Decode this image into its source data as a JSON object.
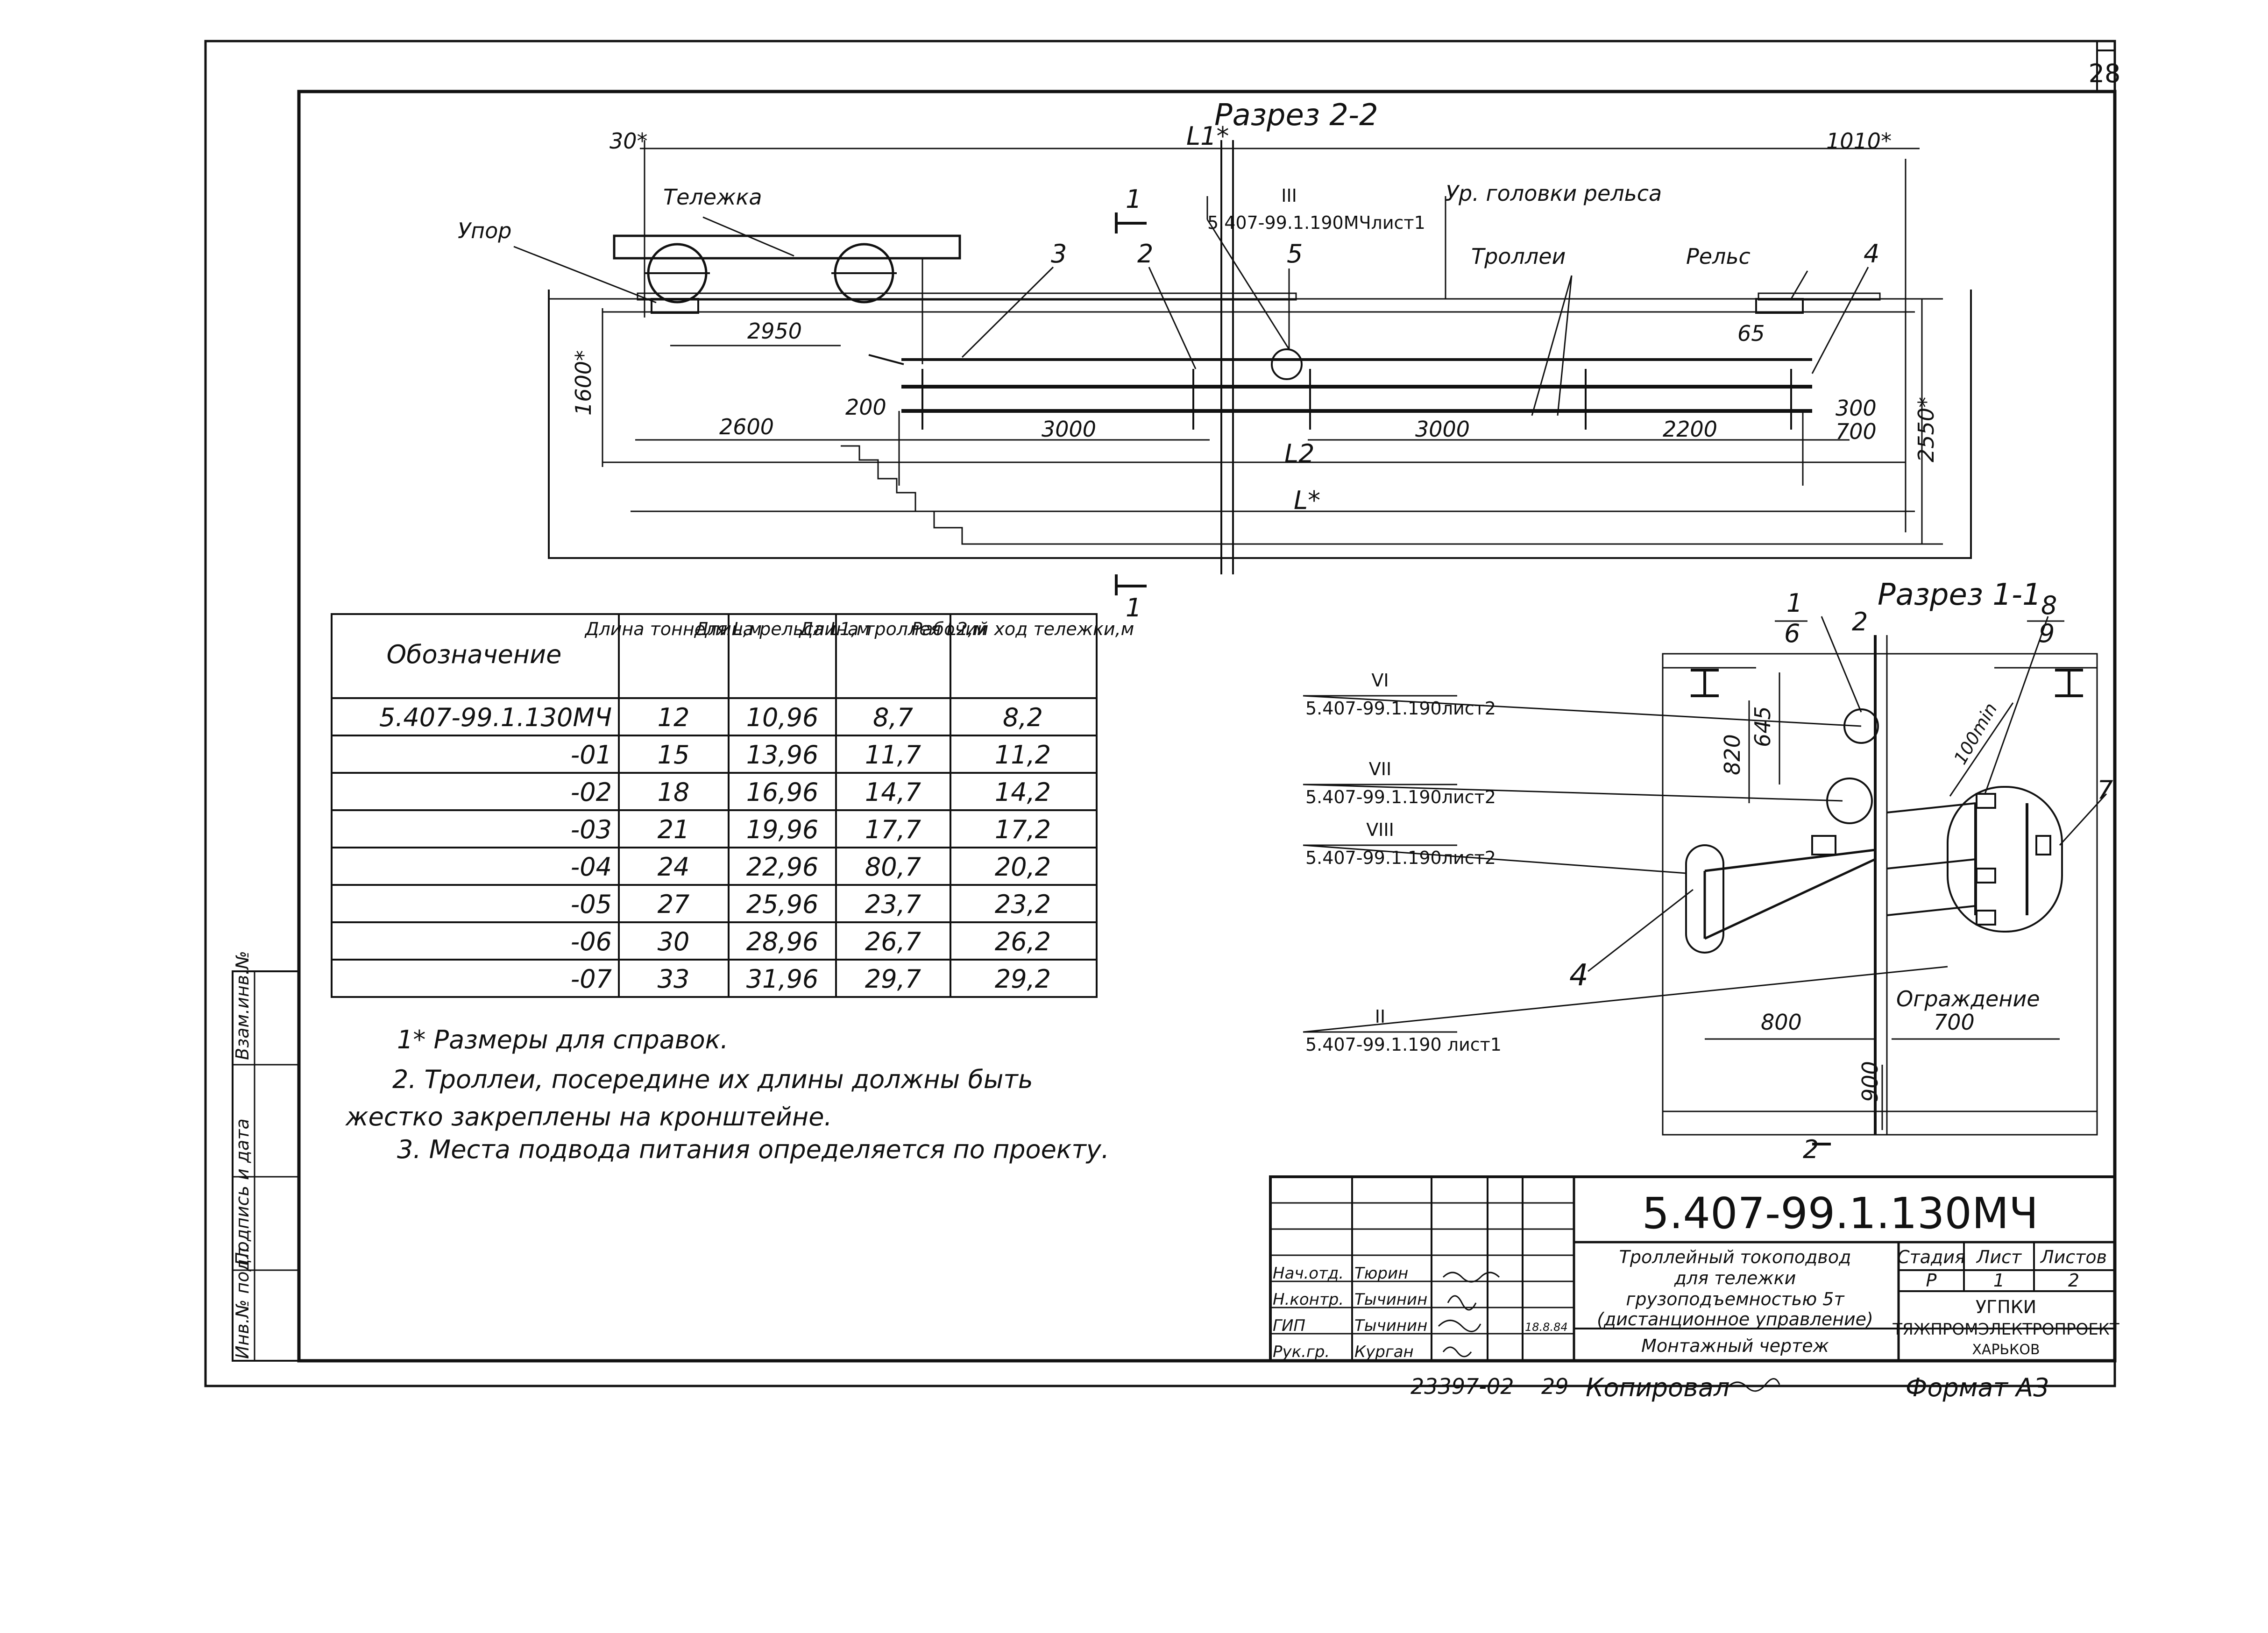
{
  "sheet": {
    "number": "28",
    "format": "Формат А3",
    "copied_by": "Копировал",
    "archive_no": "23397-02",
    "archive_seq": "29"
  },
  "section_2_2": {
    "title": "Разрез 2-2",
    "labels": {
      "trolley": "Тележка",
      "stop": "Упор",
      "rail": "Рельс",
      "trolleys": "Троллеи",
      "rail_head_level": "Ур. головки рельса"
    },
    "node_ref": {
      "num": "III",
      "doc": "5.407-99.1.190МЧлист1"
    },
    "section_mark": {
      "num": "1",
      "num2": "1"
    },
    "positions": [
      "1",
      "2",
      "3",
      "4",
      "5"
    ],
    "dims": {
      "d30": "30*",
      "L1": "L1*",
      "d1010": "1010*",
      "d2950": "2950",
      "d1600": "1600*",
      "d2600": "2600",
      "d200": "200",
      "d3000a": "3000",
      "d3000b": "3000",
      "d2200": "2200",
      "d300": "300",
      "d700": "700",
      "d65": "65",
      "d2550": "2550*",
      "L2": "L2",
      "L": "L*"
    }
  },
  "table": {
    "headers": [
      "Обозначение",
      "Длина тоннеля L,м",
      "Длина рельса L1,м",
      "Длина троллея L2,м",
      "Рабочий ход тележки,м"
    ],
    "rows": [
      [
        "5.407-99.1.130МЧ",
        "12",
        "10,96",
        "8,7",
        "8,2"
      ],
      [
        "-01",
        "15",
        "13,96",
        "11,7",
        "11,2"
      ],
      [
        "-02",
        "18",
        "16,96",
        "14,7",
        "14,2"
      ],
      [
        "-03",
        "21",
        "19,96",
        "17,7",
        "17,2"
      ],
      [
        "-04",
        "24",
        "22,96",
        "80,7",
        "20,2"
      ],
      [
        "-05",
        "27",
        "25,96",
        "23,7",
        "23,2"
      ],
      [
        "-06",
        "30",
        "28,96",
        "26,7",
        "26,2"
      ],
      [
        "-07",
        "33",
        "31,96",
        "29,7",
        "29,2"
      ]
    ]
  },
  "notes": [
    "1* Размеры для справок.",
    "2. Троллеи, посередине их длины должны быть",
    "жестко закреплены на кронштейне.",
    "3. Места подвода питания определяется по проекту."
  ],
  "section_1_1": {
    "title": "Разрез 1-1",
    "refs": [
      {
        "num": "VI",
        "doc": "5.407-99.1.190лист2"
      },
      {
        "num": "VII",
        "doc": "5.407-99.1.190лист2"
      },
      {
        "num": "VIII",
        "doc": "5.407-99.1.190лист2"
      },
      {
        "num": "II",
        "doc": "5.407-99.1.190 лист1"
      }
    ],
    "marks": {
      "m1": "1",
      "m6": "6",
      "m2": "2",
      "m8": "8",
      "m9": "9",
      "m7": "7",
      "m4": "4",
      "cut": "2"
    },
    "labels": {
      "fence": "Ограждение",
      "min": "100min"
    },
    "dims": {
      "d820": "820",
      "d645": "645",
      "d800": "800",
      "d700": "700",
      "d900": "900"
    }
  },
  "side_stamp": [
    "Инв.№ подл.",
    "Подпись и дата",
    "Взам.инв.№"
  ],
  "title_block": {
    "code": "5.407-99.1.130МЧ",
    "title_lines": [
      "Троллейный токоподвод",
      "для тележки",
      "грузоподъемностью 5т",
      "(дистанционное управление)",
      "Монтажный чертеж"
    ],
    "headers": {
      "stage": "Стадия",
      "sheet": "Лист",
      "sheets": "Листов"
    },
    "values": {
      "stage": "Р",
      "sheet": "1",
      "sheets": "2"
    },
    "org": [
      "УГПКИ",
      "ТЯЖПРОМЭЛЕКТРОПРОЕКТ",
      "ХАРЬКОВ"
    ],
    "people": [
      {
        "role": "Нач.отд.",
        "name": "Тюрин"
      },
      {
        "role": "Н.контр.",
        "name": "Тычинин"
      },
      {
        "role": "ГИП",
        "name": "Тычинин"
      },
      {
        "role": "Рук.гр.",
        "name": "Курган"
      }
    ],
    "date": "18.8.84"
  }
}
